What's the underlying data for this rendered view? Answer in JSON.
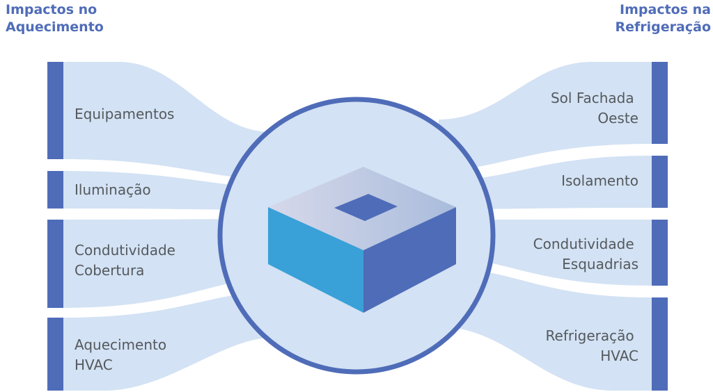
{
  "headings": {
    "left": [
      "Impactos no",
      "Aquecimento"
    ],
    "right": [
      "Impactos na",
      "Refrigeração"
    ]
  },
  "left_items": [
    {
      "lines": [
        "Equipamentos"
      ]
    },
    {
      "lines": [
        "Iluminação"
      ]
    },
    {
      "lines": [
        "Condutividade",
        "Cobertura"
      ]
    },
    {
      "lines": [
        "Aquecimento",
        "HVAC"
      ]
    }
  ],
  "right_items": [
    {
      "lines": [
        "Sol Fachada",
        "Oeste"
      ]
    },
    {
      "lines": [
        "Isolamento"
      ]
    },
    {
      "lines": [
        "Condutividade",
        "Esquadrias"
      ]
    },
    {
      "lines": [
        "Refrigeração",
        "HVAC"
      ]
    }
  ],
  "center": {
    "icon": "building-box-icon"
  },
  "colors": {
    "accent": "#4f6cb8",
    "band": "#d3e2f4",
    "text": "#54595d",
    "box_left": "#3aa0d8",
    "box_right": "#4f6cb8"
  }
}
